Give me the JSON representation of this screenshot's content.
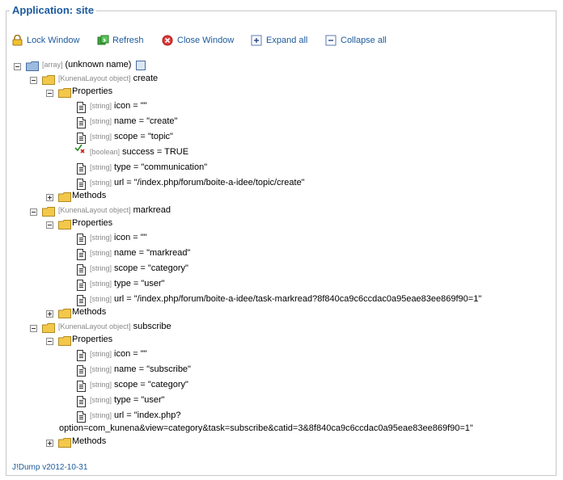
{
  "window": {
    "title": "Application: site"
  },
  "toolbar": {
    "lock": "Lock Window",
    "refresh": "Refresh",
    "close": "Close Window",
    "expand": "Expand all",
    "collapse": "Collapse all"
  },
  "tree": {
    "root": {
      "type": "[array]",
      "name": "(unknown name)"
    },
    "nodes": [
      {
        "type": "[KunenaLayout object]",
        "name": "create",
        "properties_label": "Properties",
        "methods_label": "Methods",
        "props": [
          {
            "type": "[string]",
            "text": "icon = \"\""
          },
          {
            "type": "[string]",
            "text": "name = \"create\""
          },
          {
            "type": "[string]",
            "text": "scope = \"topic\""
          },
          {
            "type": "[boolean]",
            "text": "success = TRUE"
          },
          {
            "type": "[string]",
            "text": "type = \"communication\""
          },
          {
            "type": "[string]",
            "text": "url = \"/index.php/forum/boite-a-idee/topic/create\""
          }
        ]
      },
      {
        "type": "[KunenaLayout object]",
        "name": "markread",
        "properties_label": "Properties",
        "methods_label": "Methods",
        "props": [
          {
            "type": "[string]",
            "text": "icon = \"\""
          },
          {
            "type": "[string]",
            "text": "name = \"markread\""
          },
          {
            "type": "[string]",
            "text": "scope = \"category\""
          },
          {
            "type": "[string]",
            "text": "type = \"user\""
          },
          {
            "type": "[string]",
            "text": "url = \"/index.php/forum/boite-a-idee/task-markread?8f840ca9c6ccdac0a95eae83ee869f90=1\""
          }
        ]
      },
      {
        "type": "[KunenaLayout object]",
        "name": "subscribe",
        "properties_label": "Properties",
        "methods_label": "Methods",
        "props": [
          {
            "type": "[string]",
            "text": "icon = \"\""
          },
          {
            "type": "[string]",
            "text": "name = \"subscribe\""
          },
          {
            "type": "[string]",
            "text": "scope = \"category\""
          },
          {
            "type": "[string]",
            "text": "type = \"user\""
          },
          {
            "type": "[string]",
            "text": "url = \"index.php?"
          }
        ],
        "url_wrap": "option=com_kunena&view=category&task=subscribe&catid=3&8f840ca9c6ccdac0a95eae83ee869f90=1\""
      }
    ]
  },
  "footer": {
    "version": "J!Dump v2012-10-31"
  },
  "colors": {
    "accent": "#1b5a9c",
    "border": "#c8c8c8",
    "folder": "#f0c040",
    "type_gray": "#8a8a8a"
  }
}
